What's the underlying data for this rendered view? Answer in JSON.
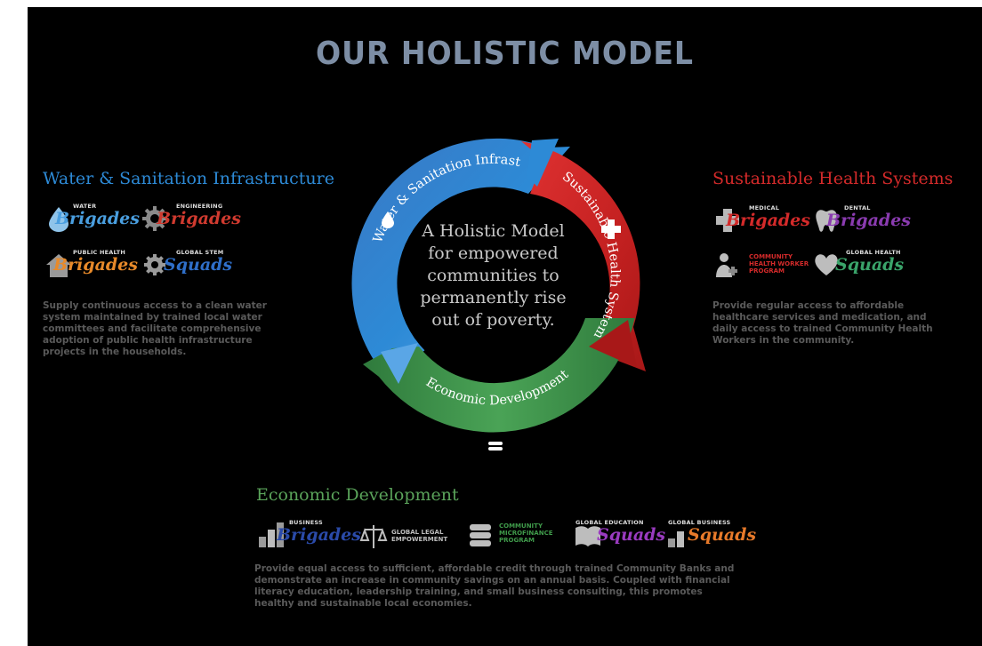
{
  "title": "OUR HOLISTIC MODEL",
  "center_text": [
    "A Holistic Model",
    "for empowered",
    "communities to",
    "permanently rise",
    "out of poverty."
  ],
  "ring": {
    "water_label": "Water & Sanitation Infrastructure",
    "health_label": "Sustainable Health Systems",
    "economic_label": "Economic Development"
  },
  "colors": {
    "water": "#2d8ad6",
    "health": "#d42a2a",
    "economic": "#3f9a4a",
    "title": "#7d8ea5",
    "body_text": "#5a5a5a"
  },
  "water": {
    "title": "Water & Sanitation Infrastructure",
    "logos": [
      {
        "caption": "WATER",
        "script": "Brigades"
      },
      {
        "caption": "ENGINEERING",
        "script": "Brigades"
      },
      {
        "caption": "PUBLIC HEALTH",
        "script": "Brigades"
      },
      {
        "caption": "GLOBAL STEM",
        "script": "Squads"
      }
    ],
    "body": [
      "Supply continuous access to a clean water",
      "system maintained by trained local water",
      "committees and facilitate comprehensive",
      "adoption of public health infrastructure",
      "projects in the households."
    ]
  },
  "health": {
    "title": "Sustainable Health Systems",
    "logos": [
      {
        "caption": "MEDICAL",
        "script": "Brigades"
      },
      {
        "caption": "DENTAL",
        "script": "Brigades"
      },
      {
        "block": "COMMUNITY\nHEALTH WORKER\nPROGRAM"
      },
      {
        "caption": "GLOBAL HEALTH",
        "script": "Squads"
      }
    ],
    "body": [
      "Provide regular access to affordable",
      "healthcare services and medication, and",
      "daily access to trained Community Health",
      "Workers in the community."
    ]
  },
  "economic": {
    "title": "Economic Development",
    "logos": [
      {
        "caption": "BUSINESS",
        "script": "Brigades"
      },
      {
        "block": "GLOBAL LEGAL\nEMPOWERMENT"
      },
      {
        "block": "COMMUNITY\nMICROFINANCE\nPROGRAM"
      },
      {
        "caption": "GLOBAL EDUCATION",
        "script": "Squads"
      },
      {
        "caption": "GLOBAL BUSINESS",
        "script": "Squads"
      }
    ],
    "body": [
      "Provide equal access to sufficient, affordable credit through trained Community Banks and",
      "demonstrate an increase in community savings on an annual basis. Coupled with financial",
      "literacy education, leadership training, and small business consulting, this promotes",
      "healthy and sustainable local economies."
    ]
  }
}
